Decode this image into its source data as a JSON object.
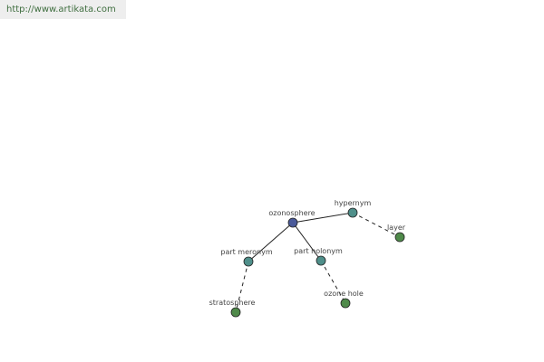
{
  "url": "http://www.artikata.com",
  "colors": {
    "root": "#4a5a9a",
    "relation": "#4f8f8a",
    "leaf": "#4f8a4a"
  },
  "nodes": {
    "ozonosphere": "ozonosphere",
    "hypernym": "hypernym",
    "layer": "layer",
    "part_meronym": "part meronym",
    "stratosphere": "stratosphere",
    "part_holonym": "part holonym",
    "ozone_hole": "ozone hole"
  }
}
